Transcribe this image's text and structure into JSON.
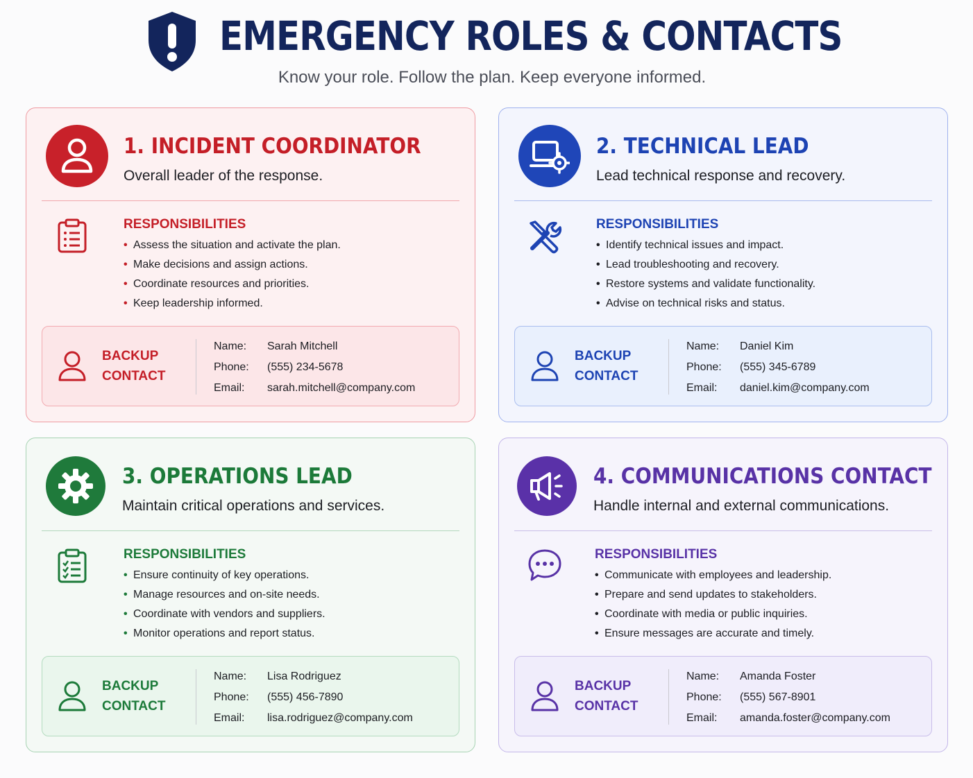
{
  "header": {
    "icon": "shield-exclamation-icon",
    "title": "EMERGENCY ROLES & CONTACTS",
    "subtitle": "Know your role.  Follow the plan.  Keep everyone informed."
  },
  "roles": [
    {
      "theme": "red",
      "accent": "#c8212a",
      "icon": "person-icon",
      "title": "1. INCIDENT COORDINATOR",
      "description": "Overall leader of the response.",
      "responsibilities_icon": "clipboard-list-icon",
      "responsibilities_heading": "RESPONSIBILITIES",
      "responsibilities": [
        "Assess the situation and activate the plan.",
        "Make decisions and assign actions.",
        "Coordinate resources and priorities.",
        "Keep leadership informed."
      ],
      "backup": {
        "label_line1": "BACKUP",
        "label_line2": "CONTACT",
        "name_label": "Name:",
        "name": "Sarah Mitchell",
        "phone_label": "Phone:",
        "phone": "(555) 234-5678",
        "email_label": "Email:",
        "email": "sarah.mitchell@company.com"
      }
    },
    {
      "theme": "blue",
      "accent": "#1f46b8",
      "icon": "laptop-gear-icon",
      "title": "2. TECHNICAL LEAD",
      "description": "Lead technical response and recovery.",
      "responsibilities_icon": "wrench-screwdriver-icon",
      "responsibilities_heading": "RESPONSIBILITIES",
      "responsibilities": [
        "Identify technical issues and impact.",
        "Lead troubleshooting and recovery.",
        "Restore systems and validate functionality.",
        "Advise on technical risks and status."
      ],
      "backup": {
        "label_line1": "BACKUP",
        "label_line2": "CONTACT",
        "name_label": "Name:",
        "name": "Daniel Kim",
        "phone_label": "Phone:",
        "phone": "(555) 345-6789",
        "email_label": "Email:",
        "email": "daniel.kim@company.com"
      }
    },
    {
      "theme": "green",
      "accent": "#1f7a3b",
      "icon": "gear-icon",
      "title": "3. OPERATIONS LEAD",
      "description": "Maintain critical operations and services.",
      "responsibilities_icon": "clipboard-check-icon",
      "responsibilities_heading": "RESPONSIBILITIES",
      "responsibilities": [
        "Ensure continuity of key operations.",
        "Manage resources and on-site needs.",
        "Coordinate with vendors and suppliers.",
        "Monitor operations and report status."
      ],
      "backup": {
        "label_line1": "BACKUP",
        "label_line2": "CONTACT",
        "name_label": "Name:",
        "name": "Lisa Rodriguez",
        "phone_label": "Phone:",
        "phone": "(555) 456-7890",
        "email_label": "Email:",
        "email": "lisa.rodriguez@company.com"
      }
    },
    {
      "theme": "purple",
      "accent": "#5a31a8",
      "icon": "megaphone-icon",
      "title": "4. COMMUNICATIONS CONTACT",
      "description": "Handle internal and external communications.",
      "responsibilities_icon": "chat-bubble-icon",
      "responsibilities_heading": "RESPONSIBILITIES",
      "responsibilities": [
        "Communicate with employees and leadership.",
        "Prepare and send updates to stakeholders.",
        "Coordinate with media or public inquiries.",
        "Ensure messages are accurate and timely."
      ],
      "backup": {
        "label_line1": "BACKUP",
        "label_line2": "CONTACT",
        "name_label": "Name:",
        "name": "Amanda Foster",
        "phone_label": "Phone:",
        "phone": "(555) 567-8901",
        "email_label": "Email:",
        "email": "amanda.foster@company.com"
      }
    }
  ]
}
